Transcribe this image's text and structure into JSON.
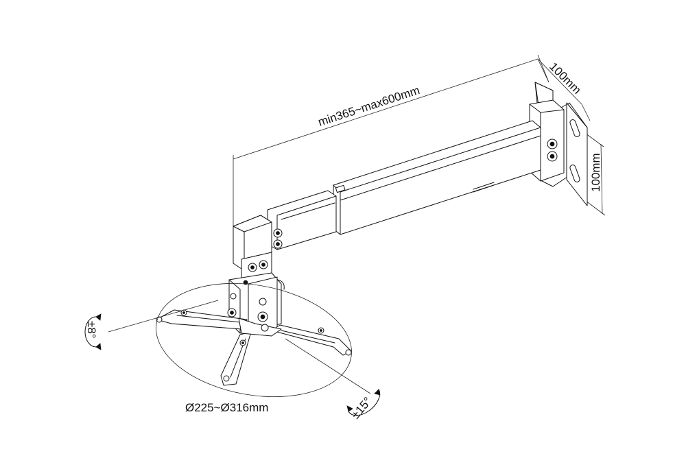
{
  "labels": {
    "length_range": "min365~max600mm",
    "top_depth": "100mm",
    "side_height": "100mm",
    "diameter_range": "Ø225~Ø316mm",
    "tilt_angle": "±8°",
    "rotate_angle": "±15°"
  },
  "colors": {
    "line": "#111111",
    "background": "#ffffff"
  }
}
